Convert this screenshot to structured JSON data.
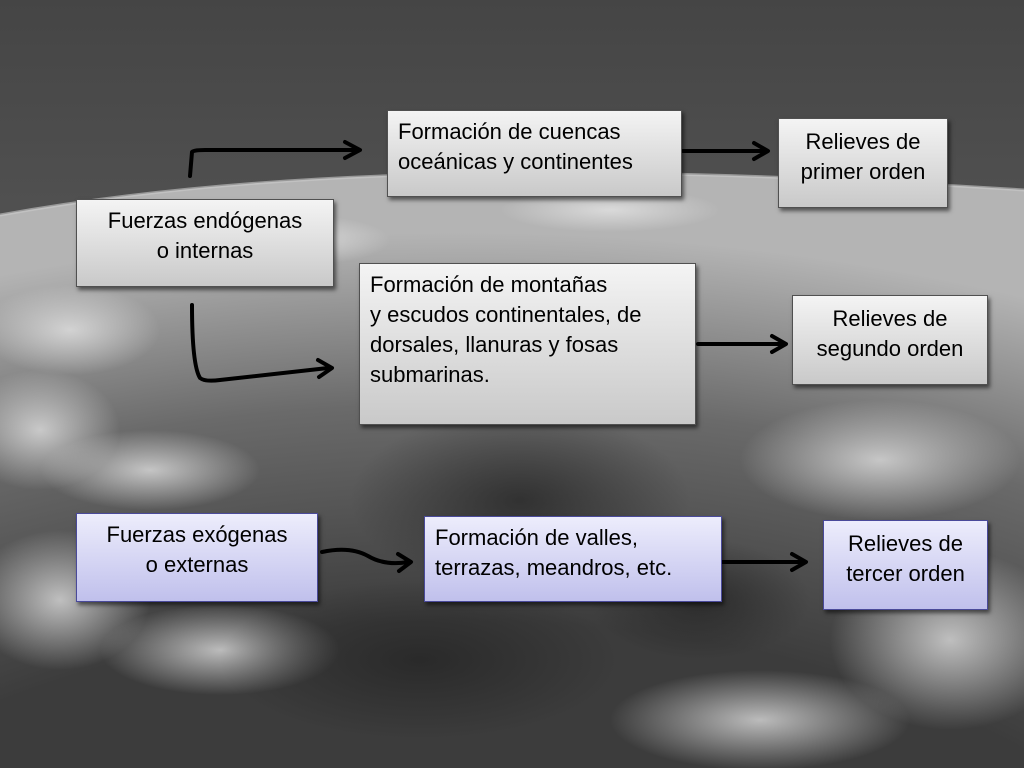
{
  "nodes": {
    "endogenous_forces": "Fuerzas endógenas\no internas",
    "ocean_basins": "Formación de cuencas\noceánicas y continentes",
    "first_order": "Relieves de\nprimer orden",
    "mountains": "Formación de montañas\ny escudos continentales, de\ndorsales, llanuras y fosas\nsubmarinas.",
    "second_order": "Relieves de\nsegundo orden",
    "exogenous_forces": "Fuerzas exógenas\no externas",
    "valleys": "Formación de valles,\nterrazas, meandros, etc.",
    "third_order": "Relieves de\ntercer orden"
  },
  "colors": {
    "grey_box_top": "#f4f4f4",
    "grey_box_bottom": "#c9c9c9",
    "purple_box_top": "#ededfc",
    "purple_box_bottom": "#c0c0ec",
    "arrow": "#000000"
  }
}
